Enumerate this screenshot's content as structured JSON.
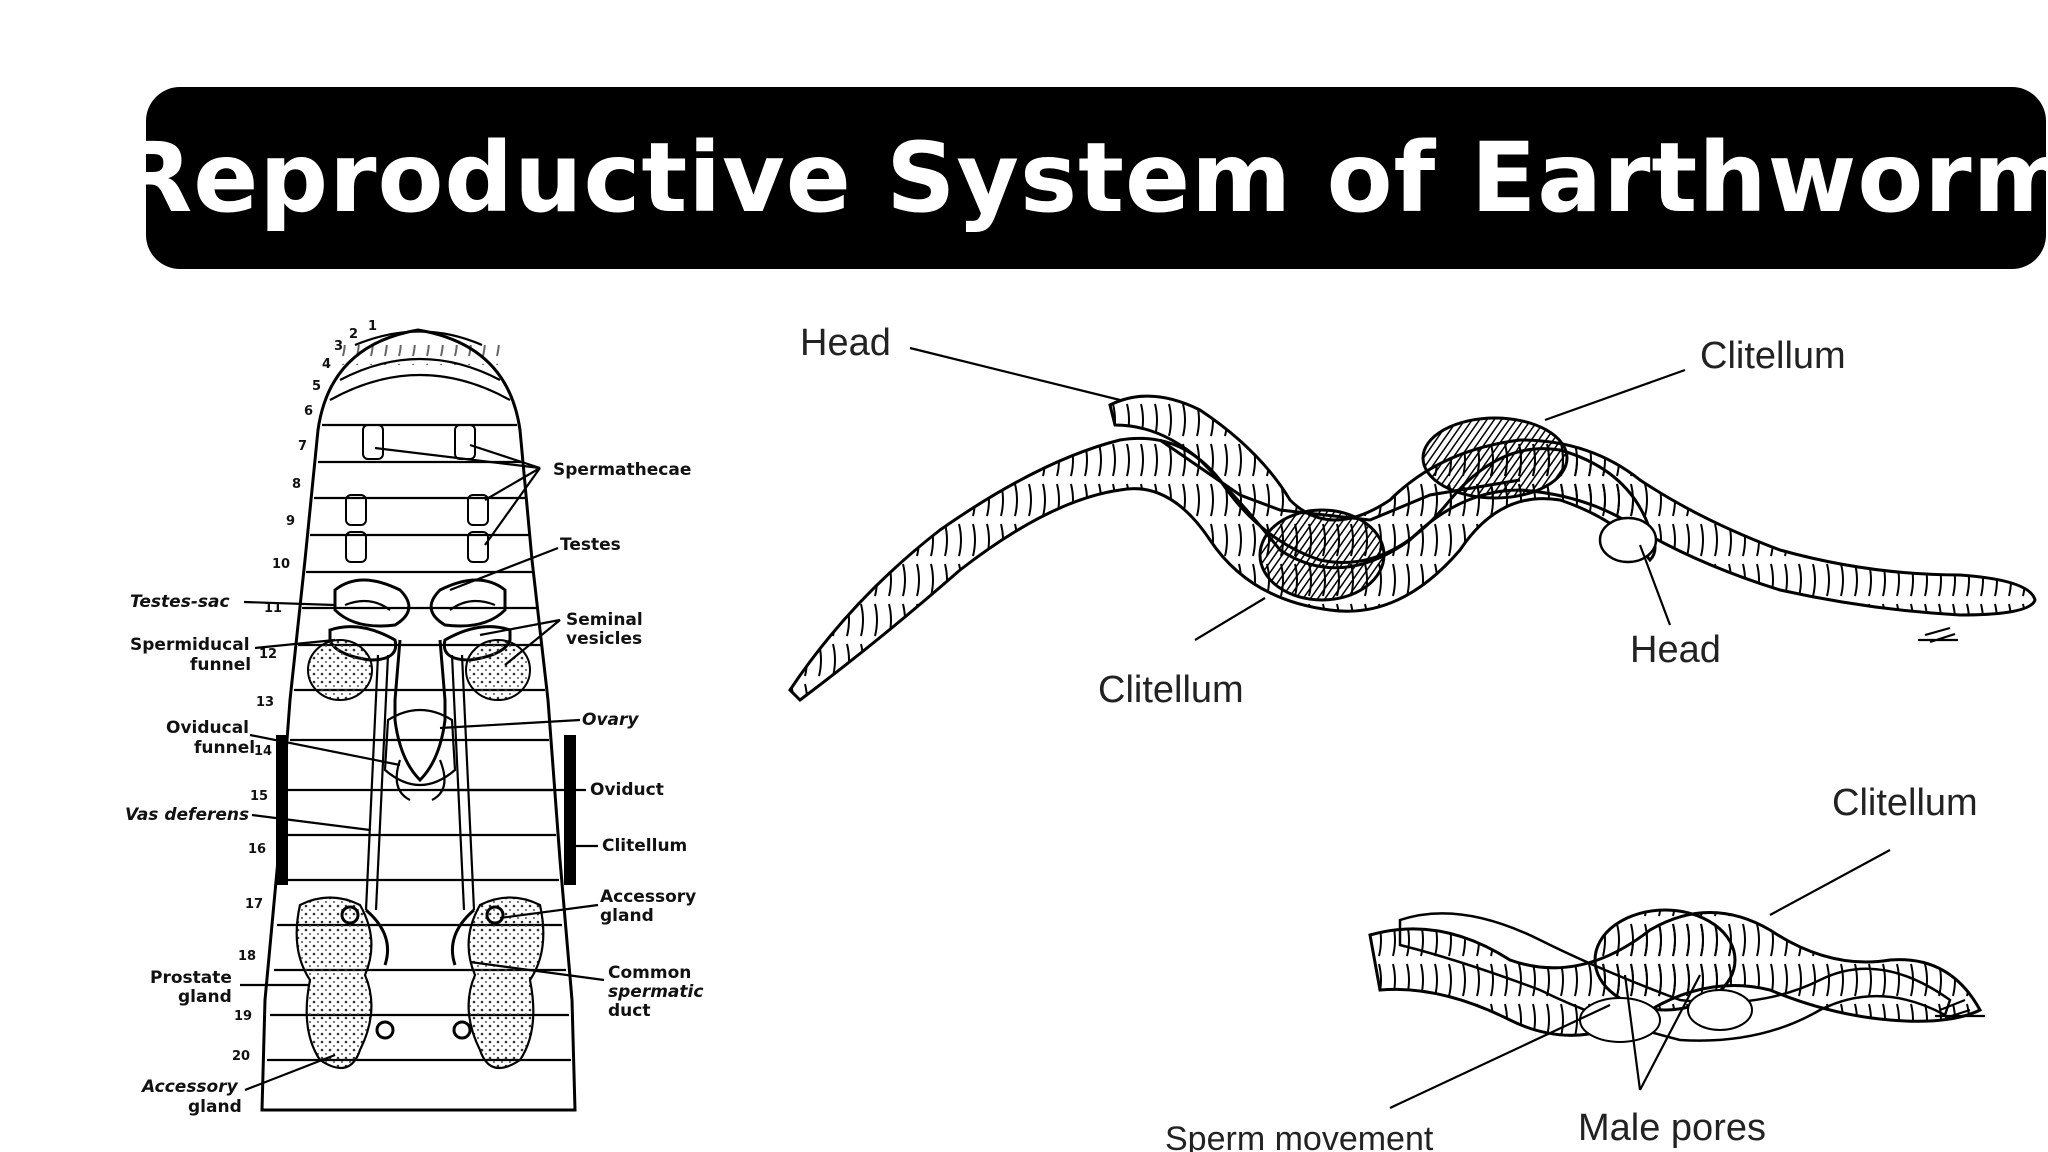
{
  "title": "Reproductive System of Earthworm",
  "left_diagram": {
    "segment_numbers": [
      "1",
      "2",
      "3",
      "4",
      "5",
      "6",
      "7",
      "8",
      "9",
      "10",
      "11",
      "12",
      "13",
      "14",
      "15",
      "16",
      "17",
      "18",
      "19",
      "20"
    ],
    "labels_right": {
      "spermathecae": "Spermathecae",
      "testes": "Testes",
      "seminal_vesicles": [
        "Seminal",
        "vesicles"
      ],
      "ovary": "Ovary",
      "oviduct": "Oviduct",
      "clitellum": "Clitellum",
      "accessory_gland": [
        "Accessory",
        "gland"
      ],
      "common_spermatic_duct": [
        "Common",
        "spermatic",
        "duct"
      ]
    },
    "labels_left": {
      "testes_sac": "Testes-sac",
      "spermiducal_funnel": [
        "Spermiducal",
        "funnel"
      ],
      "oviducal_funnel": [
        "Oviducal",
        "funnel"
      ],
      "vas_deferens": "Vas deferens",
      "prostate_gland": [
        "Prostate",
        "gland"
      ],
      "accessory_gland": [
        "Accessory",
        "gland"
      ]
    }
  },
  "mating_diagram": {
    "head_left": "Head",
    "clitellum_top": "Clitellum",
    "clitellum_bottom": "Clitellum",
    "head_right": "Head"
  },
  "pores_diagram": {
    "clitellum": "Clitellum",
    "sperm_movement": "Sperm movement",
    "male_pores": "Male pores"
  }
}
